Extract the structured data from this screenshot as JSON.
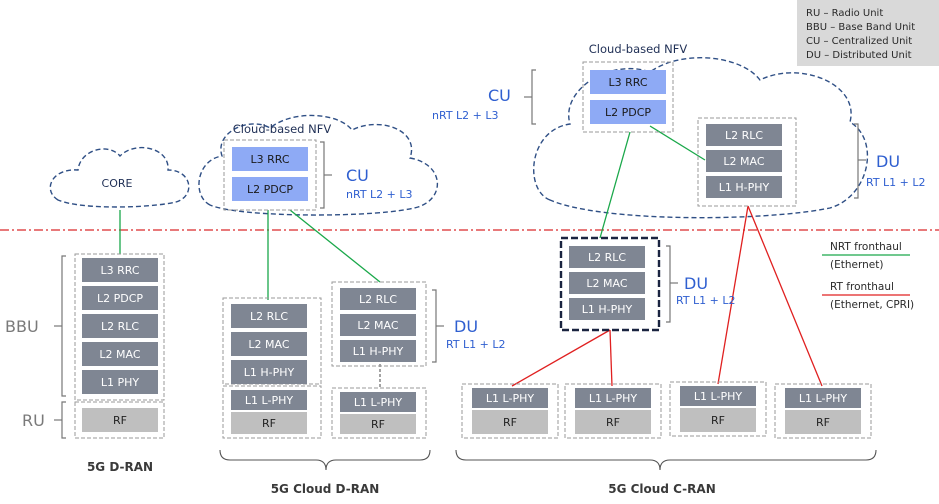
{
  "legend": {
    "lines": [
      "RU – Radio Unit",
      "BBU – Base Band Unit",
      "CU  – Centralized Unit",
      "DU – Distributed Unit"
    ],
    "bg_color": "#d9d9d9"
  },
  "colors": {
    "gray_block": "#7f8693",
    "blue_block": "#8eaaf5",
    "rf_block": "#bfbfbf",
    "cloud_stroke": "#2f4f85",
    "text_blue": "#2f5fd0",
    "nrt_line": "#1aa84a",
    "rt_line": "#e02020",
    "divider": "#d9292b"
  },
  "sections": {
    "dran": "5G D-RAN",
    "cloud_dran": "5G Cloud D-RAN",
    "cloud_cran": "5G Cloud C-RAN"
  },
  "side_labels": {
    "bbu": "BBU",
    "ru": "RU"
  },
  "clouds": {
    "core": "CORE",
    "nfv_dran": "Cloud-based NFV",
    "nfv_cran": "Cloud-based NFV"
  },
  "cu_labels": {
    "dran": {
      "name": "CU",
      "sub": "nRT L2 + L3"
    },
    "cran": {
      "name": "CU",
      "sub": "nRT L2 + L3"
    }
  },
  "du_labels": {
    "dran": {
      "name": "DU",
      "sub": "RT L1 + L2"
    },
    "cran_mid": {
      "name": "DU",
      "sub": "RT L1 + L2"
    },
    "cran_right": {
      "name": "DU",
      "sub": "RT L1 + L2"
    }
  },
  "blocks": {
    "l3_rrc": "L3 RRC",
    "l2_pdcp": "L2 PDCP",
    "l2_rlc": "L2 RLC",
    "l2_mac": "L2 MAC",
    "l1_phy": "L1 PHY",
    "l1_hphy": "L1 H-PHY",
    "l1_lphy": "L1 L-PHY",
    "rf": "RF"
  },
  "fronthaul": {
    "nrt_title": "NRT fronthaul",
    "nrt_sub": "(Ethernet)",
    "rt_title": "RT fronthaul",
    "rt_sub": "(Ethernet, CPRI)"
  }
}
